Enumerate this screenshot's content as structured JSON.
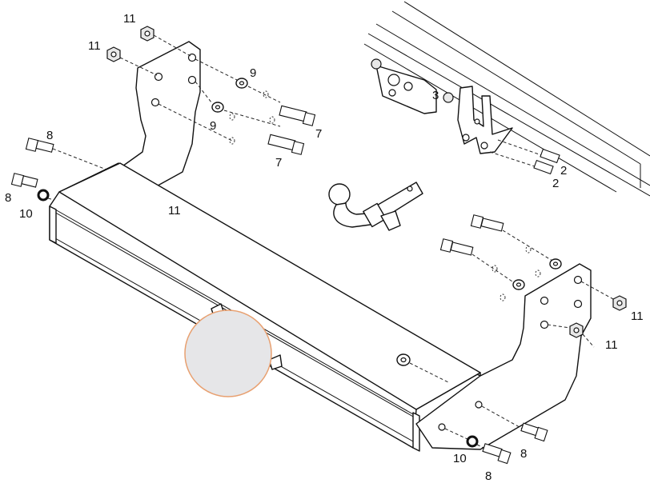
{
  "callouts": {
    "nut_top_a": "11",
    "nut_top_b": "11",
    "washer_top_a": "9",
    "washer_top_b": "9",
    "bolt_top_a": "7",
    "bolt_top_b": "7",
    "bolt_left_a": "8",
    "bolt_left_b": "8",
    "washer_left": "10",
    "nut_mid_left": "11",
    "bracket_mount": "3",
    "bolt_bracket_a": "2",
    "bolt_bracket_b": "2",
    "nut_right_a": "11",
    "nut_right_b": "11",
    "bolt_bottom_a": "8",
    "bolt_bottom_b": "8",
    "washer_bottom": "10"
  },
  "colors": {
    "line": "#111111",
    "highlight_fill": "#e6e6e8",
    "highlight_stroke": "#e8a070"
  }
}
